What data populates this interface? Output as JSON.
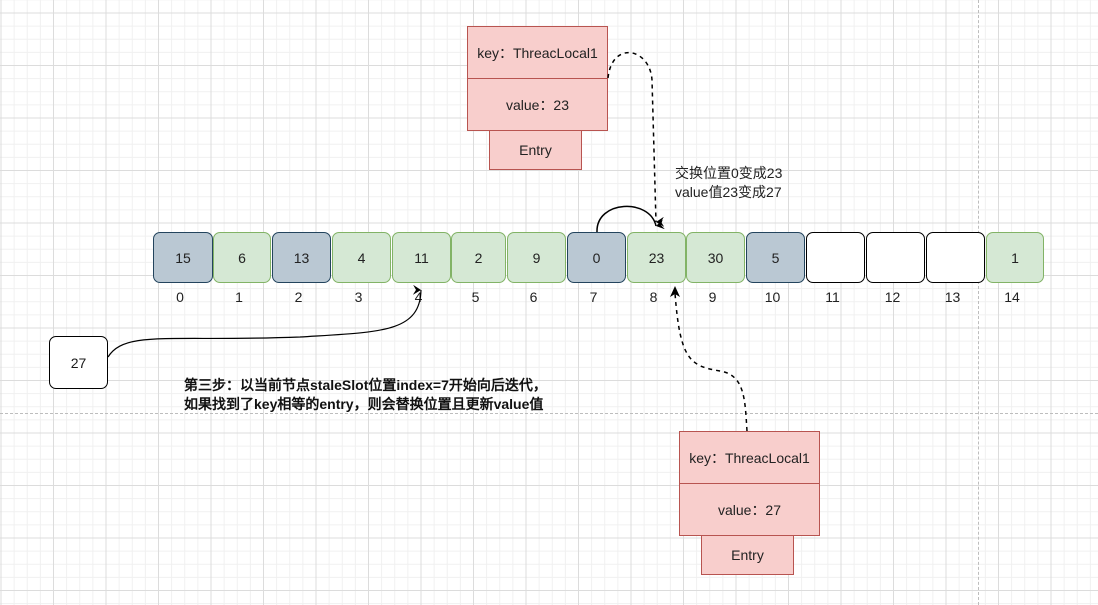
{
  "diagram": {
    "array": {
      "cells": [
        {
          "index": "0",
          "value": "15",
          "state": "stale"
        },
        {
          "index": "1",
          "value": "6",
          "state": "green"
        },
        {
          "index": "2",
          "value": "13",
          "state": "stale"
        },
        {
          "index": "3",
          "value": "4",
          "state": "green"
        },
        {
          "index": "4",
          "value": "11",
          "state": "green"
        },
        {
          "index": "5",
          "value": "2",
          "state": "green"
        },
        {
          "index": "6",
          "value": "9",
          "state": "green"
        },
        {
          "index": "7",
          "value": "0",
          "state": "stale"
        },
        {
          "index": "8",
          "value": "23",
          "state": "green"
        },
        {
          "index": "9",
          "value": "30",
          "state": "green"
        },
        {
          "index": "10",
          "value": "5",
          "state": "stale"
        },
        {
          "index": "11",
          "value": "",
          "state": "empty"
        },
        {
          "index": "12",
          "value": "",
          "state": "empty"
        },
        {
          "index": "13",
          "value": "",
          "state": "empty"
        },
        {
          "index": "14",
          "value": "1",
          "state": "green"
        }
      ]
    },
    "entry_top": {
      "key": "key：ThreacLocal1",
      "value": "value：23",
      "name": "Entry"
    },
    "entry_bottom": {
      "key": "key：ThreacLocal1",
      "value": "value：27",
      "name": "Entry"
    },
    "input_value": "27",
    "swap_note": [
      "交换位置0变成23",
      "value值23变成27"
    ],
    "step_text": [
      "第三步：以当前节点staleSlot位置index=7开始向后迭代，",
      "如果找到了key相等的entry，则会替换位置且更新value值"
    ],
    "colors": {
      "stale_fill": "#bac8d3",
      "stale_stroke": "#23445d",
      "green_fill": "#d5e8d4",
      "green_stroke": "#82b366",
      "entry_fill": "#f8cecc",
      "entry_stroke": "#b85450"
    }
  }
}
